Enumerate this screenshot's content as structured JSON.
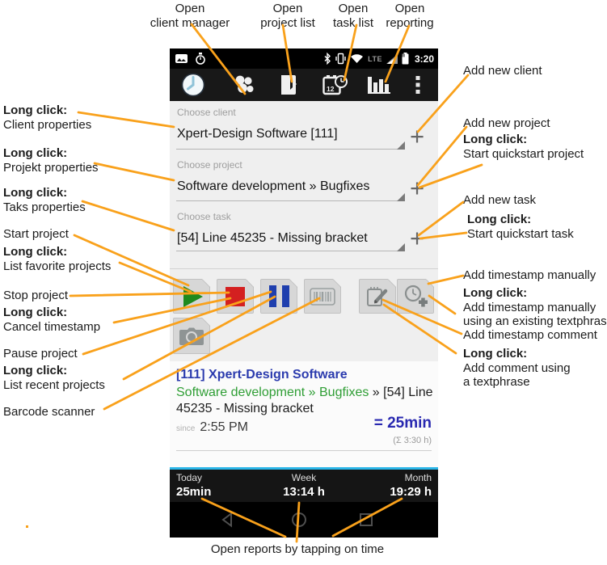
{
  "annotations": {
    "top": [
      {
        "l1": "Open",
        "l2": "client manager"
      },
      {
        "l1": "Open",
        "l2": "project list"
      },
      {
        "l1": "Open",
        "l2": "task list"
      },
      {
        "l1": "Open",
        "l2": "reporting"
      }
    ],
    "left": {
      "client_props": {
        "bold": "Long click:",
        "text": "Client properties"
      },
      "project_props": {
        "bold": "Long click:",
        "text": "Projekt properties"
      },
      "task_props": {
        "bold": "Long click:",
        "text": "Taks properties"
      },
      "start_project": "Start project",
      "favorite": {
        "bold": "Long click:",
        "text": "List favorite projects"
      },
      "stop_project": "Stop project",
      "cancel": {
        "bold": "Long click:",
        "text": "Cancel timestamp"
      },
      "pause_project": "Pause project",
      "recent": {
        "bold": "Long click:",
        "text": "List recent projects"
      },
      "barcode": "Barcode scanner"
    },
    "right": {
      "add_client": "Add new client",
      "add_project": "Add new project",
      "quickstart_project": {
        "bold": "Long click:",
        "text": "Start quickstart project"
      },
      "add_task": "Add new task",
      "quickstart_task": {
        "bold": "Long click:",
        "text": "Start quickstart task"
      },
      "add_ts": "Add timestamp manually",
      "ts_phrase": {
        "bold": "Long click:",
        "l1": "Add timestamp manually",
        "l2": "using an existing textphrase"
      },
      "add_comment": "Add timestamp comment",
      "comment_phrase": {
        "bold": "Long click:",
        "l1": "Add comment using",
        "l2": "a textphrase"
      }
    },
    "bottom": "Open reports by tapping on time"
  },
  "phone": {
    "status_bar": {
      "time": "3:20",
      "network": "LTE"
    },
    "toolbar_icons": [
      "app-clock",
      "clients",
      "projects",
      "tasks",
      "reports",
      "overflow-menu"
    ],
    "form": {
      "add_symbol": "+",
      "client": {
        "label": "Choose client",
        "value": "Xpert-Design Software [111]"
      },
      "project": {
        "label": "Choose project",
        "value": "Software development » Bugfixes"
      },
      "task": {
        "label": "Choose task",
        "value": "[54] Line 45235 - Missing bracket"
      }
    },
    "status": {
      "client": "[111] Xpert-Design Software",
      "project": "Software development » Bugfixes",
      "task_suffix": " » [54] Line 45235 - Missing bracket",
      "since_label": "since",
      "since_time": "2:55 PM",
      "duration": "= 25min",
      "total": "(Σ 3:30 h)"
    },
    "summary": {
      "today": {
        "label": "Today",
        "value": "25min"
      },
      "week": {
        "label": "Week",
        "value": "13:14 h"
      },
      "month": {
        "label": "Month",
        "value": "19:29 h"
      }
    }
  },
  "colors": {
    "accent_orange": "#F9A11B",
    "client_blue": "#2b3bae",
    "project_green": "#2f9e35",
    "duration_blue": "#2828b0",
    "play_green": "#1e8a1e",
    "stop_red": "#d42020",
    "pause_blue": "#1f3fae",
    "cyan_line": "#29b5e8"
  }
}
